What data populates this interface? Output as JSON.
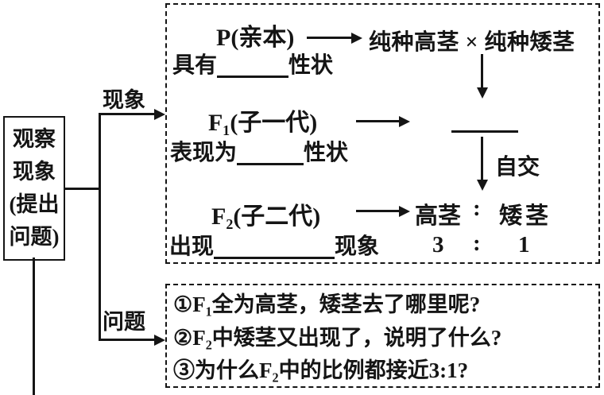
{
  "left_box": {
    "lines": [
      "观察",
      "现象",
      "(提出",
      "问题)"
    ]
  },
  "branches": {
    "phenomenon_label": "现象",
    "question_label": "问题"
  },
  "phenomenon_box": {
    "p_label": "P(亲本)",
    "p_cross": "纯种高茎 × 纯种矮茎",
    "p_trait_prefix": "具有",
    "p_trait_suffix": "性状",
    "f1_label": "F₁(子一代)",
    "f1_trait_prefix": "表现为",
    "f1_trait_suffix": "性状",
    "self_cross_label": "自交",
    "f2_label": "F₂(子二代)",
    "f2_prefix": "出现",
    "f2_suffix": "现象",
    "ratio_tall": "高茎",
    "ratio_colon": ":",
    "ratio_short": "矮茎",
    "ratio_value_tall": "3",
    "ratio_value_short": "1"
  },
  "question_box": {
    "questions": [
      "①F₁全为高茎，矮茎去了哪里呢?",
      "②F₂中矮茎又出现了，说明了什么?",
      "③为什么F₂中的比例都接近3:1?"
    ]
  },
  "colors": {
    "ink": "#151515",
    "background": "#ffffff"
  }
}
